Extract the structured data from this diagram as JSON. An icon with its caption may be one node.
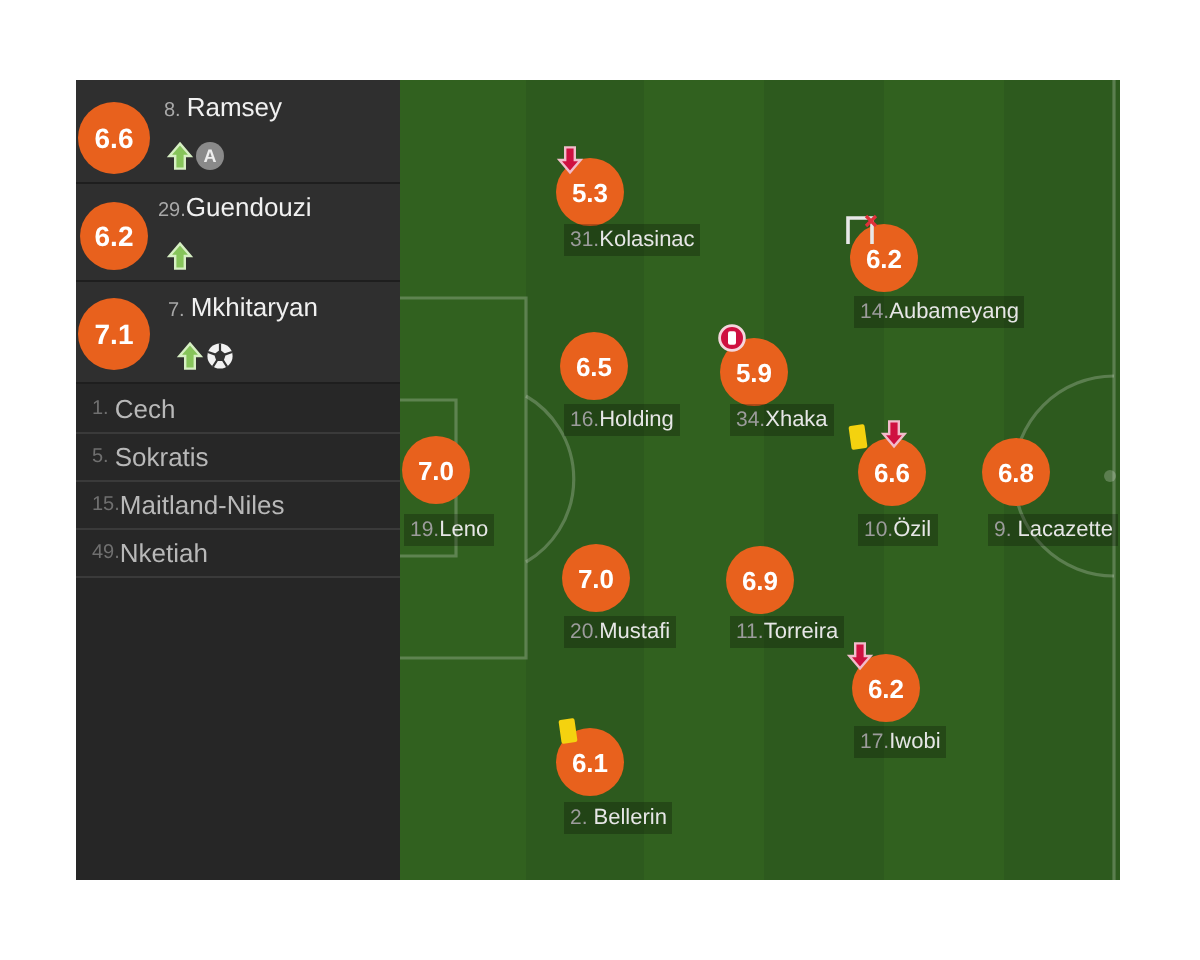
{
  "diagram": {
    "nodes": [
      {
        "text": [
          "6.6"
        ],
        "beside": [
          "8.",
          "Ramsey"
        ]
      },
      {
        "text": [
          "6.2"
        ],
        "beside": [
          "29.",
          "Guendouzi"
        ]
      },
      {
        "text": [
          "7.1"
        ],
        "beside": [
          "7.",
          "Mkhitaryan"
        ]
      },
      {
        "text": [
          "1.",
          "Cech"
        ]
      },
      {
        "text": [
          "5.",
          "Sokratis"
        ]
      },
      {
        "text": [
          "15.",
          "Maitland-Niles"
        ]
      },
      {
        "text": [
          "49.",
          "Nketiah"
        ]
      },
      {
        "text": [
          "5.3"
        ],
        "beside": [
          "31.",
          "Kolasinac"
        ]
      },
      {
        "text": [
          "6.2"
        ],
        "beside": [
          "14.",
          "Aubameyang"
        ]
      },
      {
        "text": [
          "6.5"
        ],
        "beside": [
          "16.",
          "Holding"
        ]
      },
      {
        "text": [
          "5.9"
        ],
        "beside": [
          "34.",
          "Xhaka"
        ]
      },
      {
        "text": [
          "7.0"
        ],
        "beside": [
          "19.",
          "Leno"
        ]
      },
      {
        "text": [
          "6.6"
        ],
        "beside": [
          "10.",
          "Özil"
        ]
      },
      {
        "text": [
          "6.8"
        ],
        "beside": [
          "9.",
          "Lacazette"
        ]
      },
      {
        "text": [
          "7.0"
        ],
        "beside": [
          "20.",
          "Mustafi"
        ]
      },
      {
        "text": [
          "6.9"
        ],
        "beside": [
          "11.",
          "Torreira"
        ]
      },
      {
        "text": [
          "6.2"
        ],
        "beside": [
          "17.",
          "Iwobi"
        ]
      },
      {
        "text": [
          "6.1"
        ],
        "beside": [
          "2.",
          "Bellerin"
        ]
      }
    ],
    "labels": [
      "A"
    ]
  }
}
